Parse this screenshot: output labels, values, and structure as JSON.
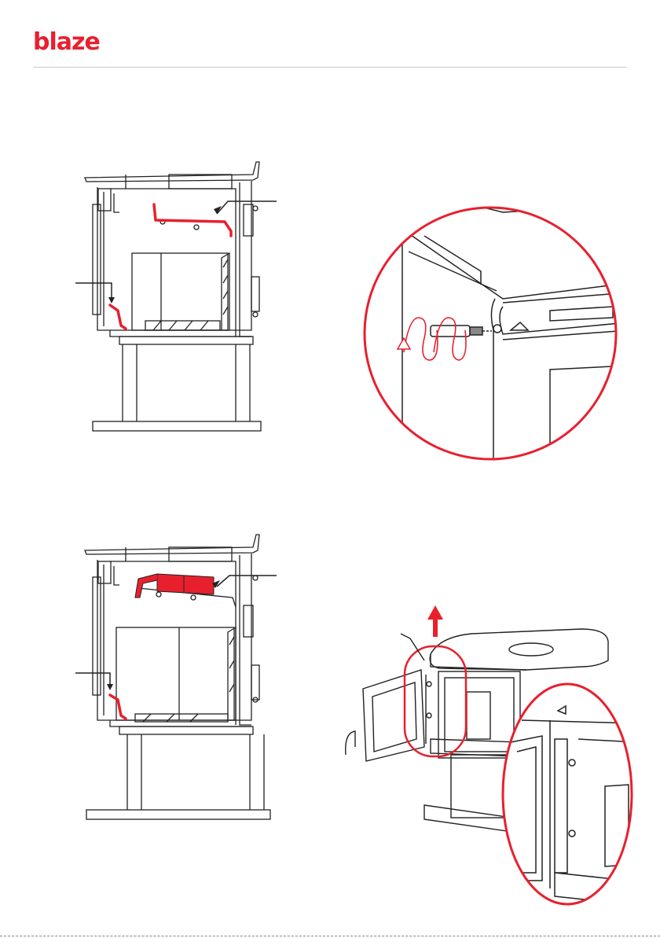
{
  "brand": {
    "logo_text": "blaze",
    "accent": "#e8202e"
  },
  "figures": [
    {
      "id": "fig-top-left-section",
      "icon": "stove-cross-section-baffle-in-place"
    },
    {
      "id": "fig-top-right-detail",
      "icon": "magnified-bolt-removal"
    },
    {
      "id": "fig-bottom-left-section",
      "icon": "stove-cross-section-baffle-lifted"
    },
    {
      "id": "fig-bottom-right-perspective",
      "icon": "stove-door-removal"
    }
  ]
}
